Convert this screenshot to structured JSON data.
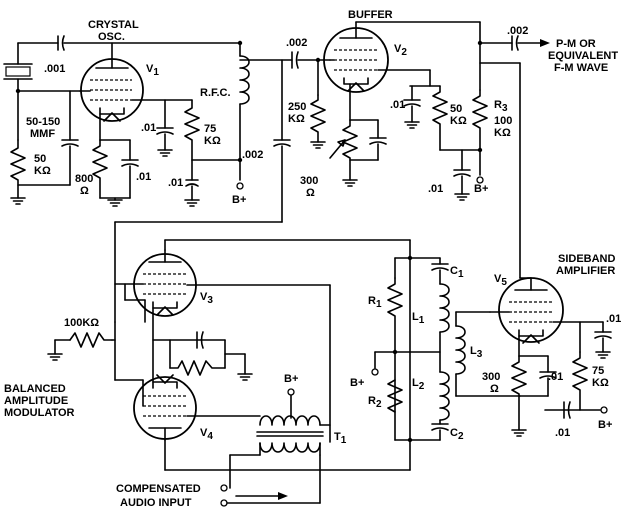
{
  "labels": {
    "crystal": "CRYSTAL",
    "osc": "OSC.",
    "v1": "V",
    "v1_sub": "1",
    "c001": ".001",
    "mmf1": "50-150",
    "mmf2": "MMF",
    "r50k_a": "50",
    "r50k_b": "KΩ",
    "r800_a": "800",
    "r800_b": "Ω",
    "c01_v1k": ".01",
    "rfc": "R.F.C.",
    "c01_osc": ".01",
    "r75k_a": "75",
    "r75k_b": "KΩ",
    "c01_osc2": ".01",
    "bplus_osc": "B+",
    "c002_couple": ".002",
    "c002_down": ".002",
    "buffer": "BUFFER",
    "v2": "V",
    "v2_sub": "2",
    "r250k_a": "250",
    "r250k_b": "KΩ",
    "r300_a": "300",
    "r300_b": "Ω",
    "c01_buf": ".01",
    "r50k_buf_a": "50",
    "r50k_buf_b": "KΩ",
    "r3": "R",
    "r3_sub": "3",
    "r3_val_a": "100",
    "r3_val_b": "KΩ",
    "c01_bufb": ".01",
    "bplus_buf": "B+",
    "c002_out": ".002",
    "out1": "P-M OR",
    "out2": "EQUIVALENT",
    "out3": "F-M WAVE",
    "sideband1": "SIDEBAND",
    "sideband2": "AMPLIFIER",
    "v5": "V",
    "v5_sub": "5",
    "c01_v5": ".01",
    "c01_v5k": ".01",
    "r300_v5_a": "300",
    "r300_v5_b": "Ω",
    "r75k_v5_a": "75",
    "r75k_v5_b": "KΩ",
    "c01_v5b": ".01",
    "bplus_v5": "B+",
    "l3": "L",
    "l3_sub": "3",
    "v3": "V",
    "v3_sub": "3",
    "v4": "V",
    "v4_sub": "4",
    "r100k": "100KΩ",
    "bam1": "BALANCED",
    "bam2": "AMPLITUDE",
    "bam3": "MODULATOR",
    "bplus_t1": "B+",
    "t1": "T",
    "t1_sub": "1",
    "r1": "R",
    "r1_sub": "1",
    "r2": "R",
    "r2_sub": "2",
    "c1": "C",
    "c1_sub": "1",
    "c2": "C",
    "c2_sub": "2",
    "l1": "L",
    "l1_sub": "1",
    "l2": "L",
    "l2_sub": "2",
    "bplus_mid": "B+",
    "audio1": "COMPENSATED",
    "audio2": "AUDIO INPUT"
  }
}
